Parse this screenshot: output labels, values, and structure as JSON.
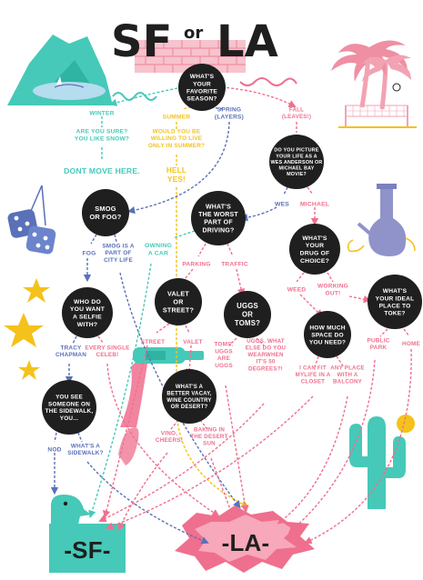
{
  "title": {
    "left": "SF",
    "middle": "or",
    "right": "LA"
  },
  "outcomes": {
    "sf": "-SF-",
    "la": "-LA-"
  },
  "nodes": {
    "start": [
      "WHAT'S",
      "YOUR",
      "FAVORITE",
      "SEASON?"
    ],
    "wes": [
      "DO YOU PICTURE",
      "YOUR LIFE AS A",
      "WES ANDERSON OR",
      "MICHAEL BAY",
      "MOVIE?"
    ],
    "smog": [
      "SMOG",
      "OR FOG?"
    ],
    "driving": [
      "WHAT'S",
      "THE WORST",
      "PART OF",
      "DRIVING?"
    ],
    "drug": [
      "WHAT'S",
      "YOUR",
      "DRUG OF",
      "CHOICE?"
    ],
    "selfie": [
      "WHO DO",
      "YOU WANT",
      "A SELFIE",
      "WITH?"
    ],
    "valet": [
      "VALET",
      "OR",
      "STREET?"
    ],
    "uggs": [
      "UGGS",
      "OR",
      "TOMS?"
    ],
    "space": [
      "HOW MUCH",
      "SPACE DO",
      "YOU NEED?"
    ],
    "toke": [
      "WHAT'S",
      "YOUR IDEAL",
      "PLACE TO",
      "TOKE?"
    ],
    "sidewalk": [
      "YOU SEE",
      "SOMEONE ON",
      "THE SIDEWALK,",
      "YOU..."
    ],
    "vacay": [
      "WHAT'S A",
      "BETTER VACAY,",
      "WINE COUNTRY",
      "OR DESERT?"
    ]
  },
  "answers": {
    "winter": [
      "WINTER"
    ],
    "are_you_sure": [
      "ARE YOU SURE?",
      "YOU LIKE SNOW?"
    ],
    "dont_move": [
      "DONT MOVE HERE."
    ],
    "summer": [
      "SUMMER"
    ],
    "spring": [
      "SPRING",
      "(LAYERS)"
    ],
    "fall": [
      "FALL",
      "(LEAVES!)"
    ],
    "would_you_be": [
      "WOULD YOU BE",
      "WILLING TO LIVE",
      "ONLY IN SUMMER?"
    ],
    "hell_yes": [
      "HELL",
      "YES!"
    ],
    "wes_ans": [
      "WES"
    ],
    "michael": [
      "MICHAEL"
    ],
    "fog": [
      "FOG"
    ],
    "smog_ans": [
      "SMOG IS A",
      "PART OF",
      "CITY LIFE"
    ],
    "owning": [
      "OWNING",
      "A CAR"
    ],
    "parking": [
      "PARKING"
    ],
    "traffic": [
      "TRAFFIC"
    ],
    "weed": [
      "WEED"
    ],
    "working": [
      "WORKING",
      "OUT!"
    ],
    "tracy": [
      "TRACY",
      "CHAPMAN"
    ],
    "every_celeb": [
      "EVERY SINGLE",
      "CELEB!"
    ],
    "street": [
      "STREET"
    ],
    "valet_ans": [
      "VALET"
    ],
    "toms_ans": [
      "TOMS.",
      "UGGS",
      "ARE",
      "UGGS"
    ],
    "uggs_ans": [
      "UGGS. WHAT",
      "ELSE DO YOU",
      "WEARWHEN",
      "IT'S 50",
      "DEGREES?!"
    ],
    "closet": [
      "I CAN FIT",
      "MYLIFE IN A",
      "CLOSET"
    ],
    "balcony": [
      "ANY PLACE",
      "WITH A",
      "BALCONY"
    ],
    "public_park": [
      "PUBLIC",
      "PARK"
    ],
    "home": [
      "HOME"
    ],
    "nod": [
      "NOD"
    ],
    "whats_sidewalk": [
      "WHAT'S A",
      "SIDEWALK?"
    ],
    "vino": [
      "VINO,",
      "CHEERS!"
    ],
    "baking": [
      "BAKING IN",
      "THE DESERT",
      "SUN"
    ]
  },
  "colors": {
    "ink": "#1f1f1f",
    "teal": "#46c9b8",
    "pink": "#ef6f8e",
    "yellow": "#f4c21b",
    "blue": "#5a70b8",
    "brick": "#f2a3b3",
    "lavender": "#8f93c9",
    "sky": "#b5dcef"
  }
}
